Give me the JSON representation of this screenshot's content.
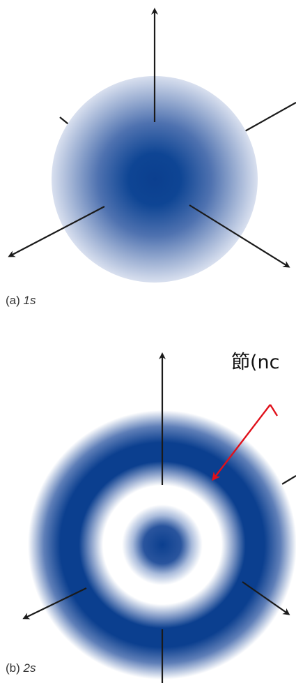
{
  "panels": [
    {
      "prefix": "(a) ",
      "orbital": "1s"
    },
    {
      "prefix": "(b) ",
      "orbital": "2s"
    }
  ],
  "annotation": {
    "node_label": "節(nc"
  },
  "colors": {
    "cloud": "#0b3f8f",
    "axis": "#1a1a1a",
    "pointer": "#e0101a"
  }
}
